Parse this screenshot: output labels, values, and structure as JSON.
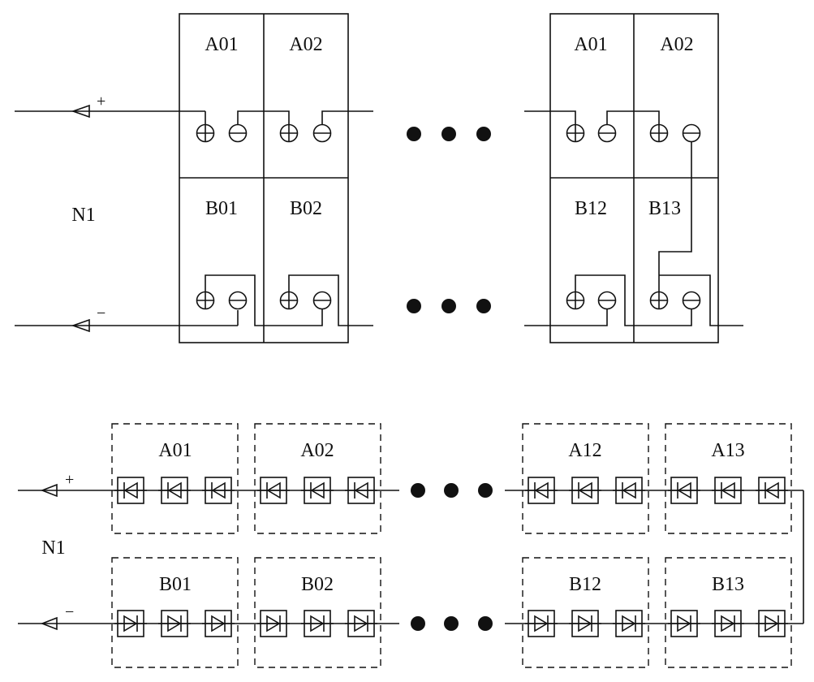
{
  "top_diagram": {
    "left_block": {
      "top_row": [
        "A01",
        "A02"
      ],
      "bottom_row": [
        "B01",
        "B02"
      ]
    },
    "right_block": {
      "top_row": [
        "A01",
        "A02"
      ],
      "bottom_row": [
        "B12",
        "B13"
      ]
    },
    "terminal_pos": "+",
    "terminal_neg": "−",
    "group_label": "N1"
  },
  "bottom_diagram": {
    "top_row": [
      "A01",
      "A02",
      "A12",
      "A13"
    ],
    "bottom_row": [
      "B01",
      "B02",
      "B12",
      "B13"
    ],
    "terminal_pos": "+",
    "terminal_neg": "−",
    "group_label": "N1",
    "diodes_per_module": 3
  },
  "icons": {
    "positive_terminal": "circle-plus-icon",
    "negative_terminal": "circle-minus-icon",
    "diode": "diode-icon",
    "arrow": "open-arrow-icon",
    "ellipsis": "ellipsis-dots-icon"
  }
}
